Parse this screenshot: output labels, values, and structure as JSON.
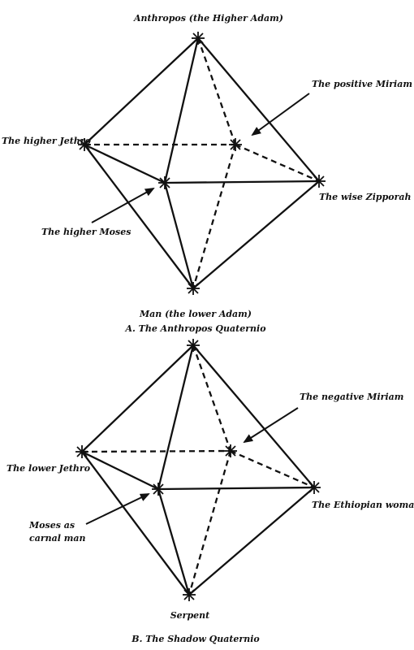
{
  "diagram_a": {
    "top": "Anthropos (the Higher Adam)",
    "left": "The higher Jethro",
    "right": "The wise Zipporah",
    "front": "The higher Moses",
    "back": "The positive Miriam",
    "bottom": "Man (the lower Adam)",
    "caption": "A. The Anthropos Quaternio"
  },
  "diagram_b": {
    "left": "The lower Jethro",
    "right": "The Ethiopian woman",
    "front_line1": "Moses as",
    "front_line2": "carnal man",
    "back": "The negative Miriam",
    "bottom": "Serpent",
    "caption": "B. The Shadow Quaternio"
  }
}
